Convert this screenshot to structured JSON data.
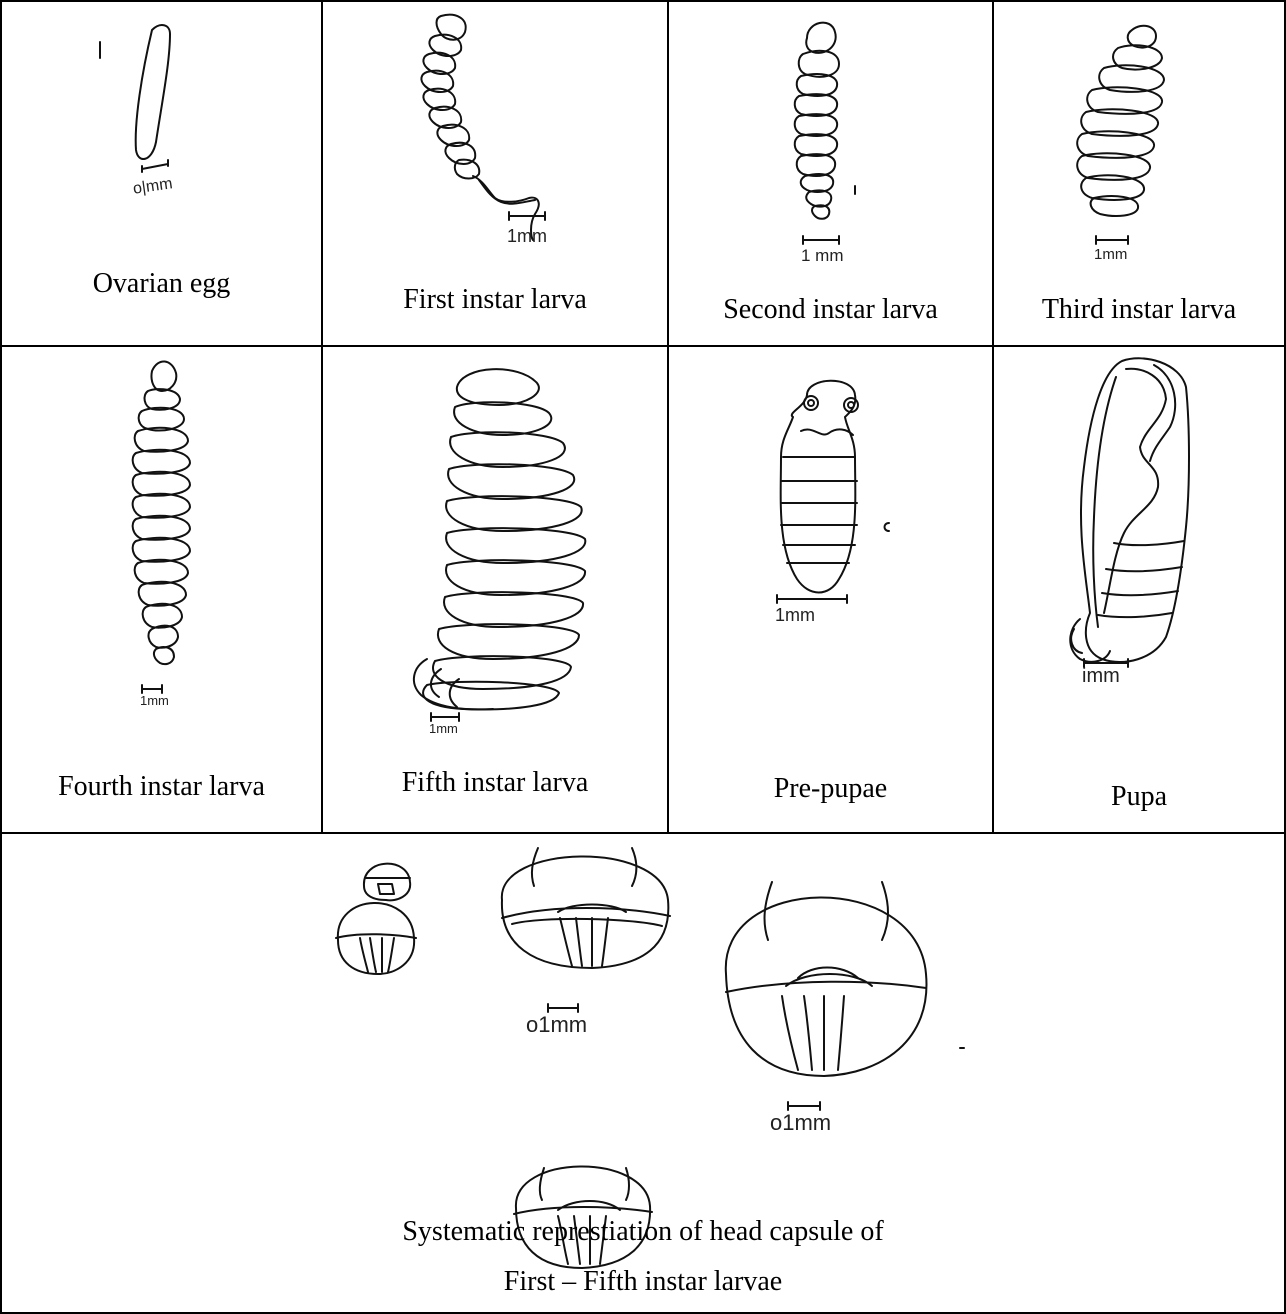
{
  "stages": [
    {
      "caption": "Ovarian egg",
      "scale": "o|mm"
    },
    {
      "caption": "First instar larva",
      "scale": "1mm"
    },
    {
      "caption": "Second instar larva",
      "scale": "1 mm"
    },
    {
      "caption": "Third instar larva",
      "scale": "1mm"
    },
    {
      "caption": "Fourth instar larva",
      "scale": "1mm"
    },
    {
      "caption": "Fifth instar larva",
      "scale": "1mm"
    },
    {
      "caption": "Pre-pupae",
      "scale": "1mm"
    },
    {
      "caption": "Pupa",
      "scale": "imm"
    }
  ],
  "head_capsule": {
    "caption_line1": "Systematic represtiation of head capsule of",
    "caption_line2": "First – Fifth instar larvae",
    "scale_a": "o1mm",
    "scale_b": "o1mm"
  },
  "colors": {
    "line": "#000000",
    "background": "#ffffff"
  }
}
